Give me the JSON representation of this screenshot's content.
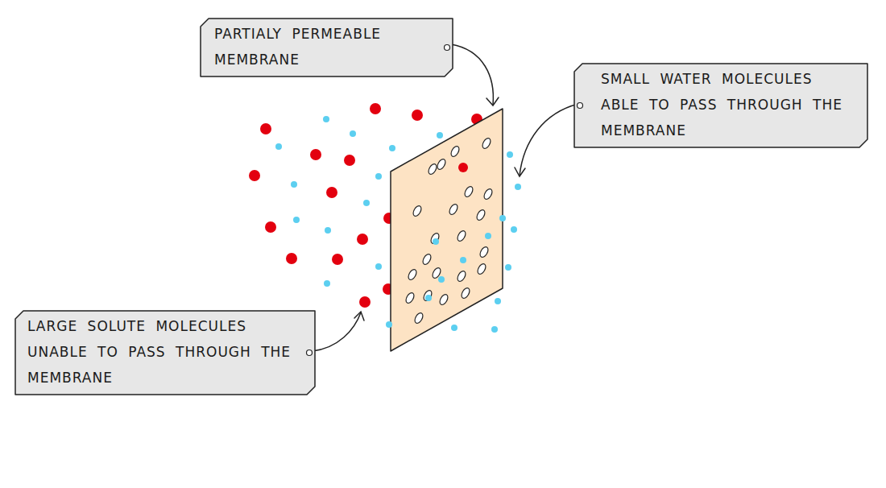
{
  "diagram": {
    "nodes": [
      {
        "text": [
          "PARTIALY PERMEABLE MEMBRANE"
        ]
      },
      {
        "text": [
          "SMALL WATER MOLECULES ABLE TO PASS THROUGH THE MEMBRANE"
        ]
      },
      {
        "text": [
          "LARGE SOLUTE MOLECULES UNABLE TO PASS THROUGH THE MEMBRANE"
        ]
      }
    ]
  }
}
